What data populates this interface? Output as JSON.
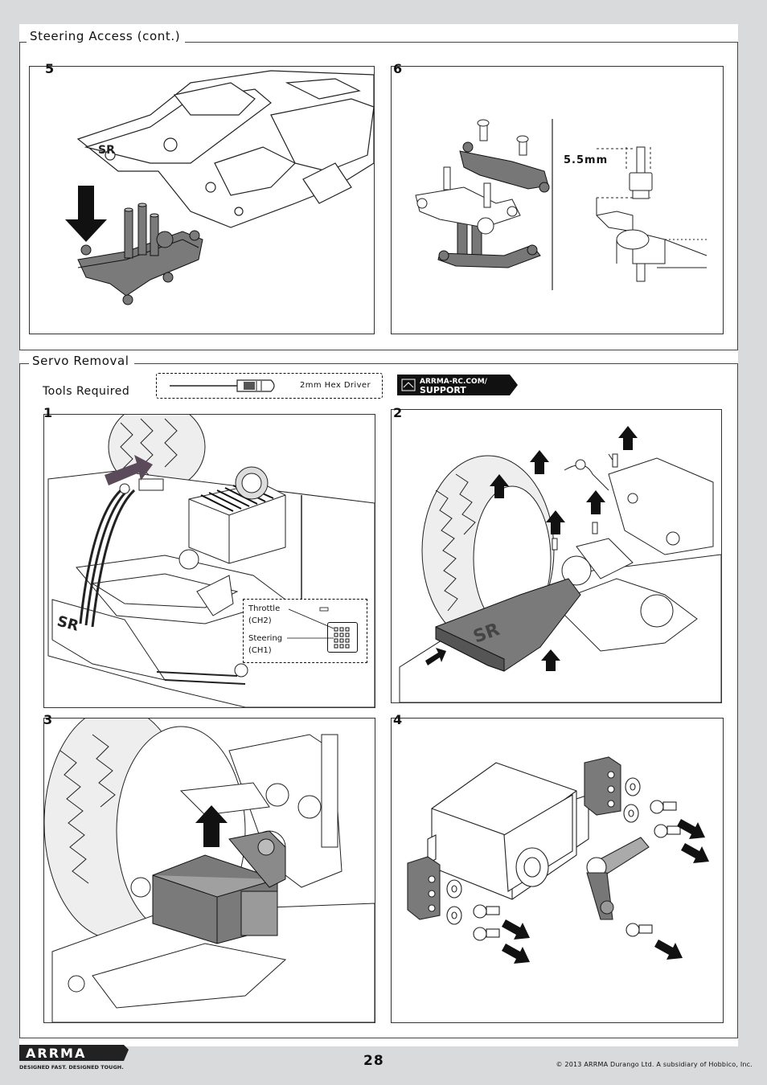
{
  "section_top": {
    "title": "Steering Access (cont.)",
    "steps": [
      {
        "number": "5"
      },
      {
        "number": "6",
        "measurement": "5.5mm"
      }
    ]
  },
  "section_bottom": {
    "title": "Servo Removal",
    "tools_label": "Tools Required",
    "tool_name": "2mm Hex Driver",
    "support_badge": {
      "line1": "ARRMA-RC.COM/",
      "line2": "SUPPORT"
    },
    "steps": [
      {
        "number": "1",
        "callout": {
          "throttle": "Throttle",
          "throttle_ch": "(CH2)",
          "steering": "Steering",
          "steering_ch": "(CH1)"
        }
      },
      {
        "number": "2"
      },
      {
        "number": "3"
      },
      {
        "number": "4"
      }
    ]
  },
  "footer": {
    "brand": "ARRMA",
    "tagline": "DESIGNED FAST. DESIGNED TOUGH.",
    "page_number": "28",
    "copyright": "© 2013 ARRMA Durango Ltd. A subsidiary of Hobbico, Inc."
  },
  "icons": [
    "arrow-down-icon",
    "arrow-up-icon",
    "arrow-diagonal-icon",
    "hex-driver-icon",
    "support-badge-icon"
  ],
  "colors": {
    "page_bg": "#d9dadb",
    "sheet_bg": "#ffffff",
    "line": "#333333",
    "part_gray": "#7a7a7a"
  }
}
